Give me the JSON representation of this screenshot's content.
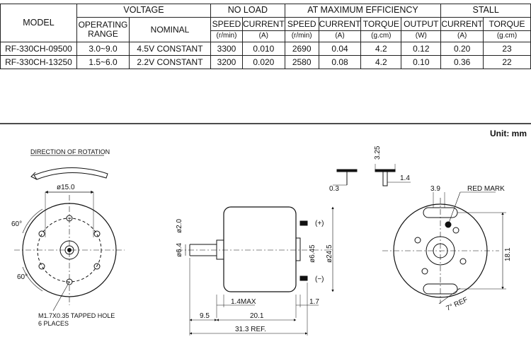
{
  "table": {
    "header": {
      "model": "MODEL",
      "voltage": "VOLTAGE",
      "no_load": "NO LOAD",
      "max_eff": "AT MAXIMUM EFFICIENCY",
      "stall": "STALL",
      "operating_range": "OPERATING RANGE",
      "nominal": "NOMINAL",
      "speed": "SPEED",
      "current": "CURRENT",
      "torque": "TORQUE",
      "output": "OUTPUT",
      "unit_rmin": "(r/min)",
      "unit_a": "(A)",
      "unit_gcm": "(g.cm)",
      "unit_w": "(W)"
    },
    "rows": [
      [
        "RF-330CH-09500",
        "3.0~9.0",
        "4.5V CONSTANT",
        "3300",
        "0.010",
        "2690",
        "0.04",
        "4.2",
        "0.12",
        "0.20",
        "23"
      ],
      [
        "RF-330CH-13250",
        "1.5~6.0",
        "2.2V CONSTANT",
        "3200",
        "0.020",
        "2580",
        "0.08",
        "4.2",
        "0.10",
        "0.36",
        "22"
      ]
    ]
  },
  "unit_label": "Unit: mm",
  "drawing": {
    "direction_label": "DIRECTION OF ROTATION",
    "dia_15": "ø15.0",
    "angle_60_top": "60°",
    "angle_60_bottom": "60°",
    "tapped_hole_1": "M1.7X0.35 TAPPED HOLE",
    "tapped_hole_2": "6 PLACES",
    "dia_2": "ø2.0",
    "dia_64": "ø6.4",
    "dia_645": "ø6.45",
    "dia_245": "ø24.5",
    "term_plus": "(+)",
    "term_minus": "(−)",
    "dim_14max": "1.4MAX",
    "dim_17": "1.7",
    "dim_95": "9.5",
    "dim_201": "20.1",
    "dim_313": "31.3 REF.",
    "dim_325": "3.25",
    "dim_03": "0.3",
    "dim_14": "1.4",
    "dim_39": "3.9",
    "red_mark": "RED MARK",
    "dim_181": "18.1",
    "ref_7": "7° REF"
  }
}
